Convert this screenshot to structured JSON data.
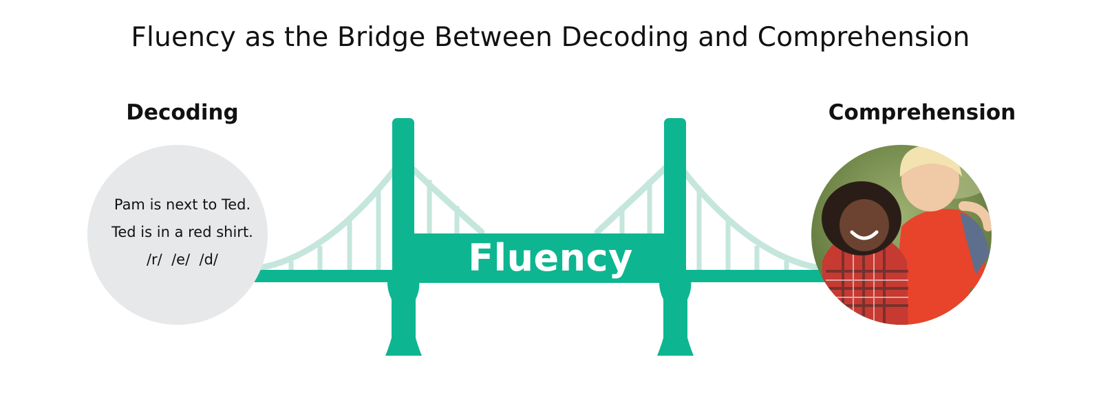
{
  "title": "Fluency as the Bridge Between Decoding and Comprehension",
  "left": {
    "label": "Decoding",
    "lines": [
      "Pam is next to Ted.",
      "Ted is in a red shirt.",
      "/r/  /e/  /d/"
    ]
  },
  "center": {
    "label": "Fluency"
  },
  "right": {
    "label": "Comprehension",
    "image": "photo of two smiling children"
  },
  "colors": {
    "bridge": "#0db690",
    "cable": "#c5e6dc",
    "circle": "#e7e8e9",
    "text": "#111111"
  }
}
